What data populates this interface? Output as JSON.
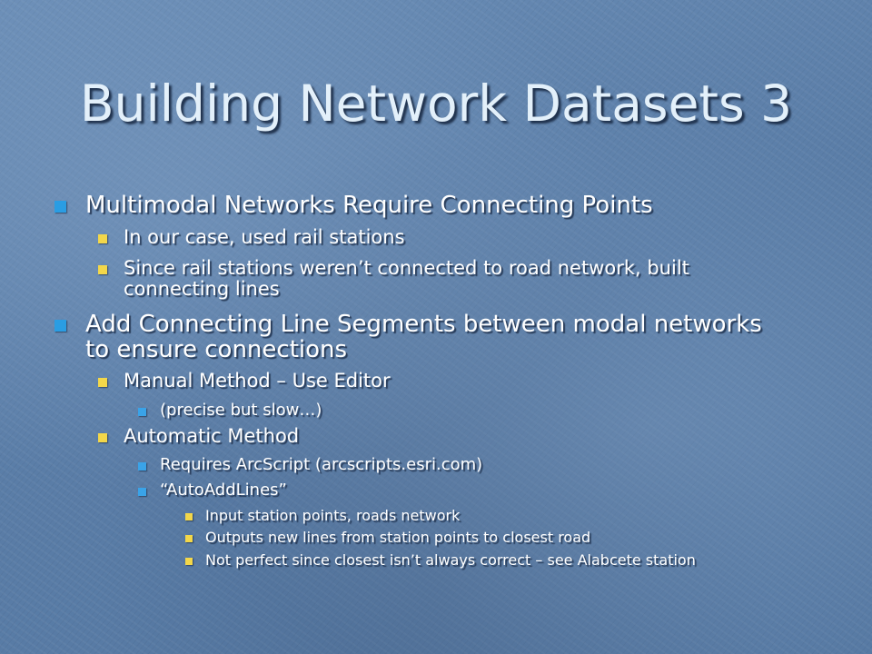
{
  "slide": {
    "title": "Building Network Datasets 3",
    "bullets": [
      {
        "level": 1,
        "text": "Multimodal Networks Require Connecting Points"
      },
      {
        "level": 2,
        "text": "In our case, used rail stations"
      },
      {
        "level": 2,
        "text": "Since rail stations weren’t connected to road network, built",
        "text2": "connecting lines"
      },
      {
        "level": 1,
        "text": "Add Connecting Line Segments between modal networks",
        "text2": "to ensure connections"
      },
      {
        "level": 2,
        "text": "Manual Method – Use Editor"
      },
      {
        "level": 3,
        "text": "(precise but slow…)"
      },
      {
        "level": 2,
        "text": "Automatic Method"
      },
      {
        "level": 3,
        "text": "Requires ArcScript (arcscripts.esri.com)"
      },
      {
        "level": 3,
        "text": "“AutoAddLines”"
      },
      {
        "level": 4,
        "text": "Input station points, roads network"
      },
      {
        "level": 4,
        "text": "Outputs new lines from station points to closest road"
      },
      {
        "level": 4,
        "text": "Not perfect since closest isn’t always correct – see Alabcete station"
      }
    ]
  },
  "colors": {
    "background": "#5c7fa8",
    "title": "#e3f0fa",
    "text": "#ffffff",
    "bullet_level1": "#2a9de3",
    "bullet_level2": "#f3d74a",
    "bullet_level3": "#3aa3e8",
    "bullet_level4": "#f3d74a"
  }
}
